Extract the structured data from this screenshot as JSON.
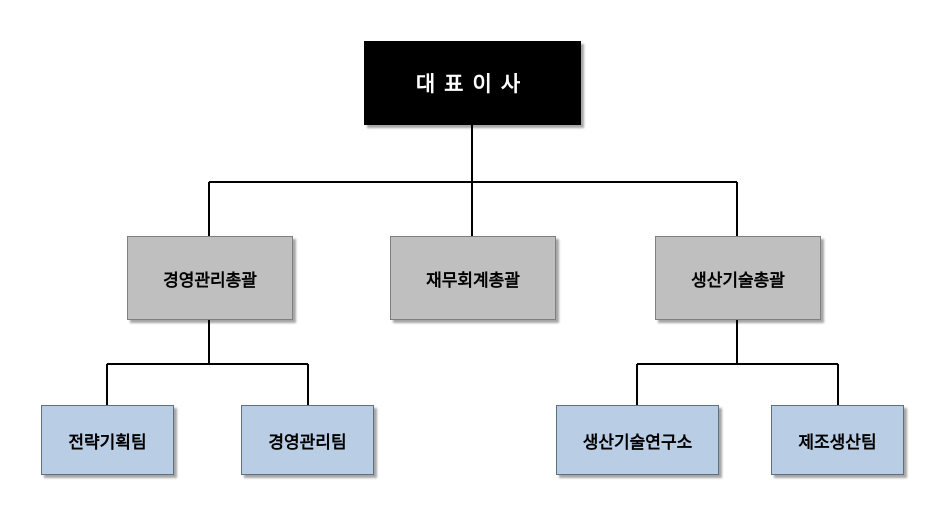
{
  "org_chart": {
    "ceo": {
      "label": "대표이사"
    },
    "divisions": [
      {
        "label": "경영관리총괄",
        "teams": [
          {
            "label": "전략기획팀"
          },
          {
            "label": "경영관리팀"
          }
        ]
      },
      {
        "label": "재무회계총괄",
        "teams": []
      },
      {
        "label": "생산기술총괄",
        "teams": [
          {
            "label": "생산기술연구소"
          },
          {
            "label": "제조생산팀"
          }
        ]
      }
    ]
  },
  "colors": {
    "ceo_fill": "#000000",
    "ceo_text": "#ffffff",
    "division_fill": "#bfbfbf",
    "team_fill": "#b9cde5",
    "connector": "#000000"
  }
}
